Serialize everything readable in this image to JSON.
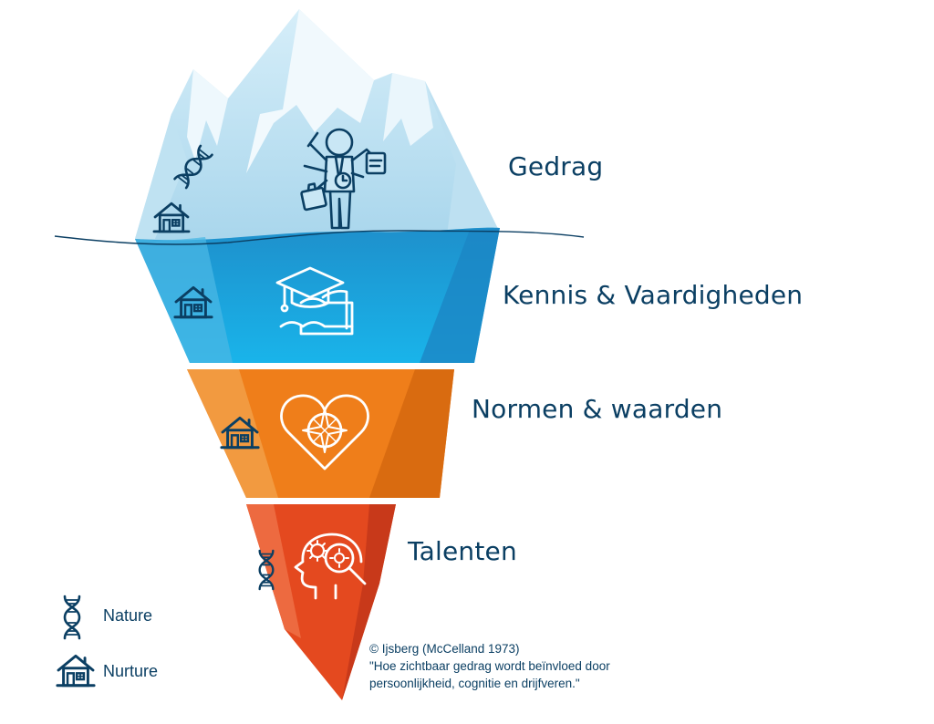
{
  "layers": {
    "gedrag": "Gedrag",
    "kennis": "Kennis & Vaardigheden",
    "normen": "Normen & waarden",
    "talenten": "Talenten"
  },
  "legend": {
    "nature": "Nature",
    "nurture": "Nurture"
  },
  "credit": {
    "line1": "© Ijsberg (McCelland 1973)",
    "line2": "\"Hoe zichtbaar gedrag wordt beïnvloed door",
    "line3": "persoonlijkheid, cognitie en drijfveren.\""
  },
  "colors": {
    "navy": "#0b3f63",
    "ice_top": "#c6e6f5",
    "water_blue": "#29a6dd",
    "orange": "#ef7e1a",
    "red": "#e4491f"
  },
  "icons": {
    "legend_nature": "dna-icon",
    "legend_nurture": "house-icon",
    "gedrag_nature": "dna-icon",
    "gedrag_nurture": "house-icon",
    "gedrag_main": "multitasking-person-icon",
    "kennis_nurture": "house-icon",
    "kennis_main": "graduation-book-icon",
    "normen_nurture": "house-icon",
    "normen_main": "heart-compass-icon",
    "talenten_nature": "dna-icon",
    "talenten_main": "head-gears-magnifier-icon"
  }
}
